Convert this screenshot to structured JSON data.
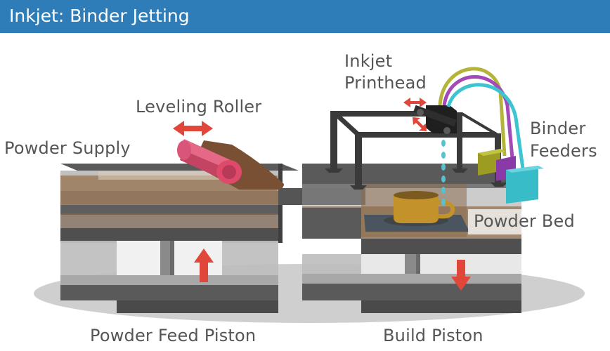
{
  "header": {
    "title": "Inkjet: Binder Jetting"
  },
  "labels": {
    "leveling_roller": "Leveling Roller",
    "powder_supply": "Powder Supply",
    "inkjet_printhead_line1": "Inkjet",
    "inkjet_printhead_line2": "Printhead",
    "binder_feeders_line1": "Binder",
    "binder_feeders_line2": "Feeders",
    "powder_bed": "Powder Bed",
    "powder_feed_piston": "Powder Feed Piston",
    "build_piston": "Build Piston"
  },
  "colors": {
    "header_bg": "#2e7db8",
    "powder": "#8a6a4c",
    "frame": "#4f4f4f",
    "roller": "#e04a6a",
    "arrow": "#e0463a",
    "cup": "#c4922a",
    "binder_cyan": "#3cc4d0",
    "binder_purple": "#a34ab8",
    "binder_yellow": "#b4b43a",
    "droplet": "#56c2d0"
  }
}
